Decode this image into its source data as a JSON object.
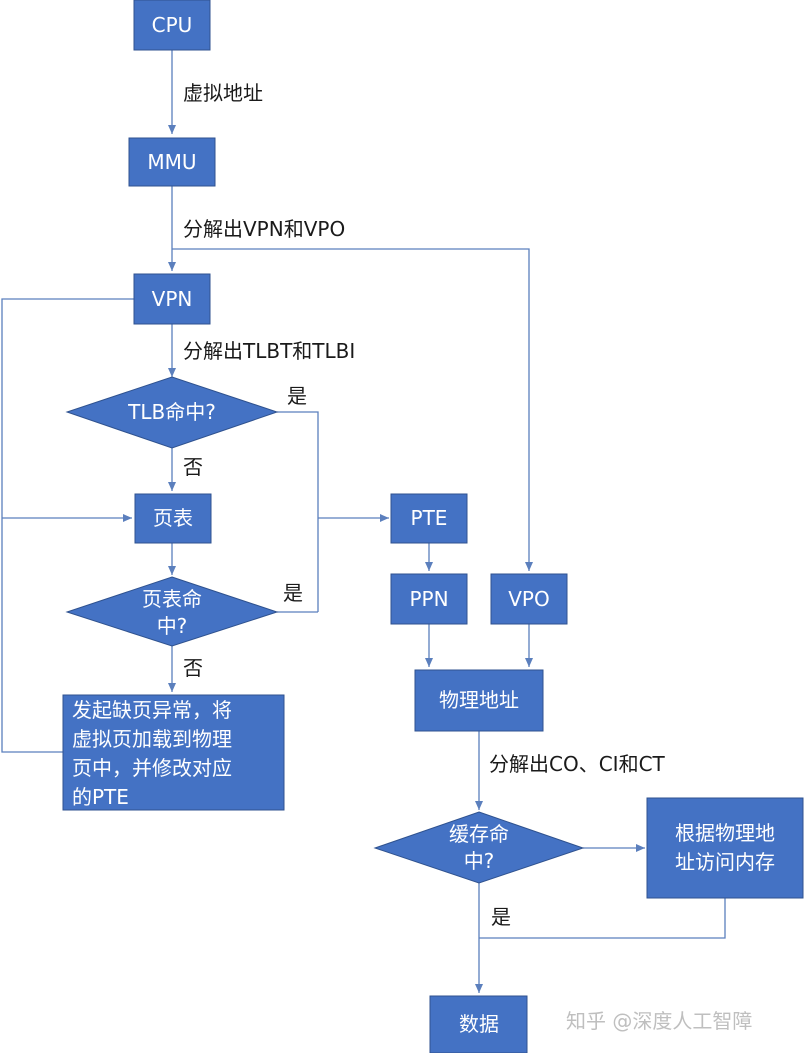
{
  "colors": {
    "node_fill": "#4472c4",
    "node_stroke": "#2f528f",
    "edge": "#5b7fbd",
    "text_dark": "#1a1a1a",
    "watermark": "#bfbfbf"
  },
  "nodes": {
    "cpu": "CPU",
    "mmu": "MMU",
    "vpn": "VPN",
    "tlb_hit": "TLB命中?",
    "page_table": "页表",
    "page_table_hit": [
      "页表命",
      "中?"
    ],
    "page_fault": [
      "发起缺页异常，将",
      "虚拟页加载到物理",
      "页中，并修改对应",
      "的PTE"
    ],
    "pte": "PTE",
    "ppn": "PPN",
    "vpo": "VPO",
    "physical_address": "物理地址",
    "cache_hit": [
      "缓存命",
      "中?"
    ],
    "access_memory": [
      "根据物理地",
      "址访问内存"
    ],
    "data": "数据"
  },
  "edge_labels": {
    "virtual_address": "虚拟地址",
    "split_vpn_vpo": "分解出VPN和VPO",
    "split_tlbt_tlbi": "分解出TLBT和TLBI",
    "tlb_yes": "是",
    "tlb_no": "否",
    "pt_yes": "是",
    "pt_no": "否",
    "split_co_ci_ct": "分解出CO、CI和CT",
    "cache_yes": "是"
  },
  "watermark": "知乎 @深度人工智障"
}
